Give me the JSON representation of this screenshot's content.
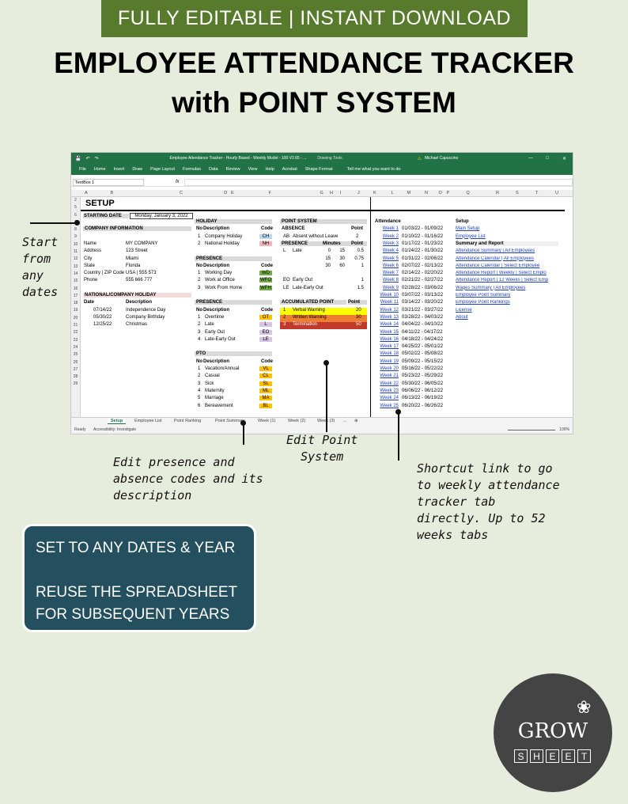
{
  "banner": "FULLY EDITABLE | INSTANT DOWNLOAD",
  "title_line1": "EMPLOYEE ATTENDANCE TRACKER",
  "title_line2": "with POINT SYSTEM",
  "excel": {
    "window_title": "Employee Attendance Tracker - Hourly Based - Weekly Model - 100 V2.65 - ...",
    "drawing_tools": "Drawing Tools",
    "user": "Michael Capuccino",
    "menu": [
      "File",
      "Home",
      "Insert",
      "Draw",
      "Page Layout",
      "Formulas",
      "Data",
      "Review",
      "View",
      "Help",
      "Acrobat",
      "Shape Format"
    ],
    "tell_me": "Tell me what you want to do",
    "namebox": "TextBox 1",
    "fx": "fx",
    "columns": [
      "A",
      "B",
      "C",
      "D",
      "E",
      "F",
      "G",
      "H",
      "I",
      "J",
      "K",
      "L",
      "M",
      "N",
      "O",
      "P",
      "Q",
      "R",
      "S",
      "T",
      "U"
    ],
    "rows": [
      "2",
      "5",
      "6",
      "7",
      "8",
      "9",
      "10",
      "11",
      "12",
      "13",
      "14",
      "15",
      "16",
      "17",
      "18",
      "19",
      "20",
      "21",
      "22",
      "23",
      "24",
      "25",
      "26",
      "27",
      "28",
      "29"
    ],
    "setup_title": "SETUP",
    "starting_date_label": "STARTING DATE",
    "starting_date_value": "Monday, January 3, 2022",
    "company_info": "COMPANY INFORMATION",
    "company": [
      [
        "Name",
        "MY COMPANY"
      ],
      [
        "Address",
        "123 Street"
      ],
      [
        "City",
        "Miami"
      ],
      [
        "State",
        "Florida"
      ],
      [
        "Country | ZIP Code",
        "USA | 555 573"
      ],
      [
        "Phone",
        "555 666 777"
      ]
    ],
    "holiday_header": "NATIONAL/COMPANY HOLIDAY",
    "holiday_cols": [
      "Date",
      "Description"
    ],
    "holidays": [
      [
        "07/14/22",
        "Independence Day"
      ],
      [
        "05/30/22",
        "Company Birthday"
      ],
      [
        "12/25/22",
        "Christmas"
      ]
    ],
    "holiday_code_title": "HOLIDAY",
    "code_cols": [
      "No",
      "Description",
      "Code"
    ],
    "holiday_codes": [
      [
        "1",
        "Company Holiday",
        "CH"
      ],
      [
        "2",
        "National Holiday",
        "NH"
      ]
    ],
    "presence_title": "PRESENCE",
    "presence_codes": [
      [
        "1",
        "Working Day",
        "WD"
      ],
      [
        "2",
        "Work at Office",
        "WFO"
      ],
      [
        "3",
        "Work From Home",
        "WFH"
      ]
    ],
    "presence2_title": "PRESENCE",
    "presence2_codes": [
      [
        "1",
        "Overtime",
        "OT"
      ],
      [
        "2",
        "Late",
        "L"
      ],
      [
        "3",
        "Early Out",
        "EO"
      ],
      [
        "4",
        "Late-Early Out",
        "LE"
      ]
    ],
    "pto_title": "PTO",
    "pto_codes": [
      [
        "1",
        "Vacation/Annual",
        "VL"
      ],
      [
        "2",
        "Casual",
        "CL"
      ],
      [
        "3",
        "Sick",
        "SL"
      ],
      [
        "4",
        "Maternity",
        "ML"
      ],
      [
        "5",
        "Marriage",
        "MA"
      ],
      [
        "6",
        "Bereavement",
        "BL"
      ]
    ],
    "point_system_title": "POINT SYSTEM",
    "absence_label": "ABSENCE",
    "point_label": "Point",
    "absence_row": [
      "AB",
      "Absent without Leave",
      "2"
    ],
    "presence_label": "PRESENCE",
    "minutes_label": "Minutes",
    "late_rows": [
      [
        "L",
        "Late",
        "0",
        "15",
        "0.5"
      ],
      [
        "",
        "",
        "15",
        "30",
        "0.75"
      ],
      [
        "",
        "",
        "30",
        "60",
        "1"
      ]
    ],
    "eo_row": [
      "EO",
      "Early Out",
      "1"
    ],
    "le_row": [
      "LE",
      "Late-Early Out",
      "1.5"
    ],
    "accum_title": "ACCUMULATED POINT",
    "accum": [
      [
        "1",
        "Verbal Warning",
        "20"
      ],
      [
        "2",
        "Written Warning",
        "30"
      ],
      [
        "3",
        "Termination",
        "50"
      ]
    ],
    "attendance_title": "Attendance",
    "weeks": [
      [
        "Week 1",
        "01/03/22 - 01/09/22"
      ],
      [
        "Week 2",
        "01/10/22 - 01/16/22"
      ],
      [
        "Week 3",
        "01/17/22 - 01/23/22"
      ],
      [
        "Week 4",
        "01/24/22 - 01/30/22"
      ],
      [
        "Week 5",
        "01/31/22 - 02/06/22"
      ],
      [
        "Week 6",
        "02/07/22 - 02/13/22"
      ],
      [
        "Week 7",
        "02/14/22 - 02/20/22"
      ],
      [
        "Week 8",
        "02/21/22 - 02/27/22"
      ],
      [
        "Week 9",
        "02/28/22 - 03/06/22"
      ],
      [
        "Week 10",
        "03/07/22 - 03/13/22"
      ],
      [
        "Week 11",
        "03/14/22 - 03/20/22"
      ],
      [
        "Week 12",
        "03/21/22 - 03/27/22"
      ],
      [
        "Week 13",
        "03/28/22 - 04/03/22"
      ],
      [
        "Week 14",
        "04/04/22 - 04/10/22"
      ],
      [
        "Week 15",
        "04/11/22 - 04/17/22"
      ],
      [
        "Week 16",
        "04/18/22 - 04/24/22"
      ],
      [
        "Week 17",
        "04/25/22 - 05/01/22"
      ],
      [
        "Week 18",
        "05/02/22 - 05/08/22"
      ],
      [
        "Week 19",
        "05/09/22 - 05/15/22"
      ],
      [
        "Week 20",
        "05/16/22 - 05/22/22"
      ],
      [
        "Week 21",
        "05/23/22 - 05/29/22"
      ],
      [
        "Week 22",
        "05/30/22 - 06/05/22"
      ],
      [
        "Week 23",
        "06/06/22 - 06/12/22"
      ],
      [
        "Week 24",
        "06/13/22 - 06/19/22"
      ],
      [
        "Week 25",
        "06/20/22 - 06/26/22"
      ]
    ],
    "setup_links_title": "Setup",
    "setup_links": [
      "Main Setup",
      "Employee List"
    ],
    "summary_title": "Summary and Report",
    "summary_links": [
      "Attendance Summary | All Employees",
      "Attendance Calendar | All Employees",
      "Attendance Calendar | Select Employee",
      "Attendance Report | Weekly | Select Emplo",
      "Attendance Report | 12 Weeks | Select Emp",
      "Wages Summary | All Employees",
      "Employee Point Summary",
      "Employee Point Rankings",
      "License",
      "About"
    ],
    "sheet_tabs": [
      "Setup",
      "Employee List",
      "Point Ranking",
      "Point Summary",
      "Week (1)",
      "Week (2)",
      "Week (3)"
    ],
    "tab_more": "...",
    "status_ready": "Ready",
    "status_access": "Accessibility: Investigate",
    "zoom": "100%"
  },
  "annotations": {
    "start": "Start\nfrom\nany\ndates",
    "edit_codes": "Edit presence and\nabsence codes and its\ndescription",
    "edit_point": "Edit Point\nSystem",
    "shortcut": "Shortcut link to go\nto weekly attendance\ntracker tab\ndirectly. Up to 52\nweeks tabs"
  },
  "box": {
    "line1": "SET TO ANY DATES & YEAR",
    "line2": "REUSE THE SPREADSHEET",
    "line3": "FOR SUBSEQUENT YEARS"
  },
  "logo": {
    "grow": "GROW",
    "sheet": [
      "S",
      "H",
      "E",
      "E",
      "T"
    ]
  },
  "colors": {
    "banner": "#587a2d",
    "excel_green": "#217346",
    "box": "#234f5e",
    "background": "#e7eddd",
    "yellow": "#ffc000",
    "orange": "#ed7d31",
    "red": "#c0392b"
  }
}
